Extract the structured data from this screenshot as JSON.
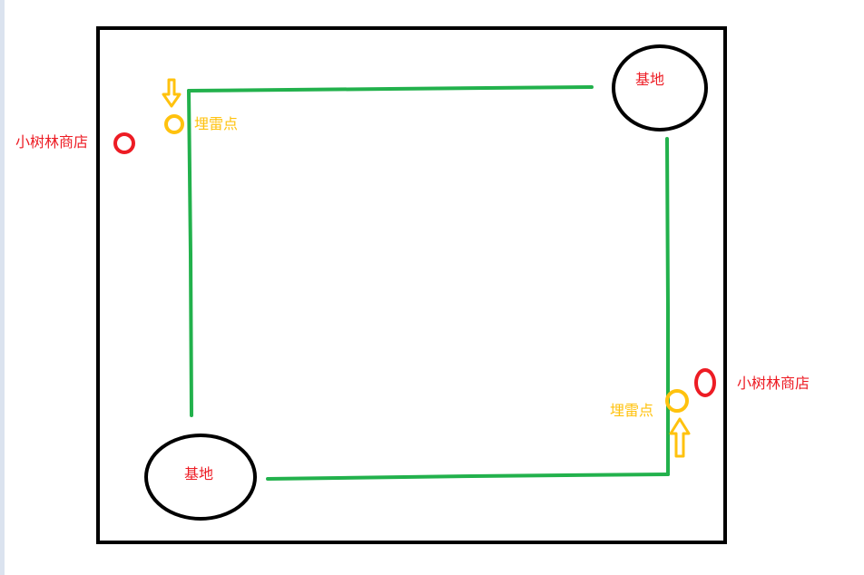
{
  "colors": {
    "frame": "#000000",
    "route": "#22b14c",
    "mine": "#ffc20e",
    "shop": "#ed1c24",
    "base_text": "#ed1c24"
  },
  "bases": [
    {
      "label": "基地"
    },
    {
      "label": "基地"
    }
  ],
  "shops": [
    {
      "label": "小树林商店"
    },
    {
      "label": "小树林商店"
    }
  ],
  "mine_points": [
    {
      "label": "埋雷点",
      "arrow": "down"
    },
    {
      "label": "埋雷点",
      "arrow": "up"
    }
  ]
}
